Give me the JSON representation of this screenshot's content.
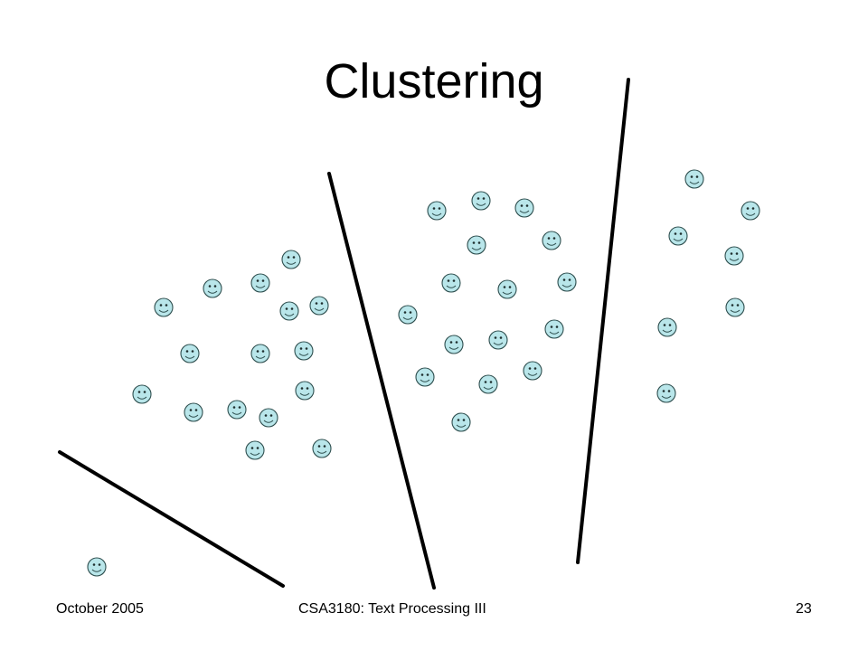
{
  "slide": {
    "title": "Clustering",
    "footer_left": "October 2005",
    "footer_center": "CSA3180: Text Processing III",
    "footer_right": "23"
  },
  "style": {
    "face_fill": "#b9e6ea",
    "face_stroke": "#2f4f4f",
    "divider_color": "#000000"
  },
  "icons": {
    "point": "smiley-face-icon",
    "divider": "cluster-boundary-line"
  }
}
